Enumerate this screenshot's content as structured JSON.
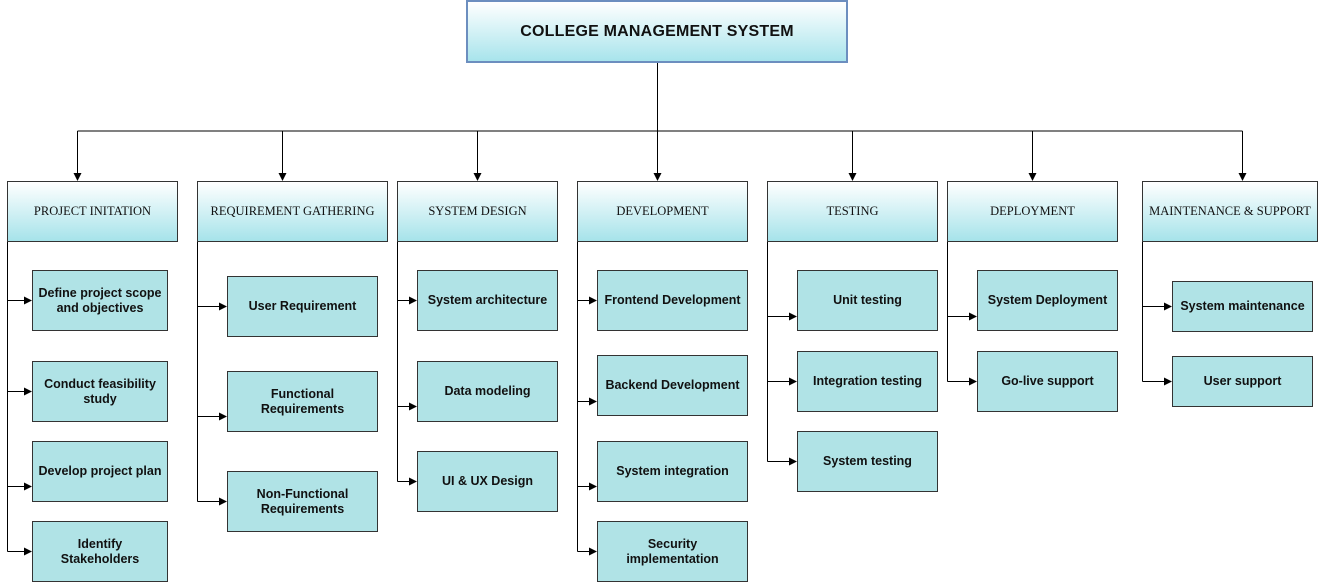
{
  "title": "COLLEGE MANAGEMENT SYSTEM",
  "colors": {
    "root_border": "#6c8ebf",
    "fill": "#b0e3e6",
    "line": "#000000"
  },
  "phases": [
    {
      "label": "PROJECT INITATION",
      "tasks": [
        "Define project scope and objectives",
        "Conduct feasibility study",
        "Develop project plan",
        "Identify Stakeholders"
      ]
    },
    {
      "label": "REQUIREMENT GATHERING",
      "tasks": [
        "User Requirement",
        "Functional Requirements",
        "Non-Functional Requirements"
      ]
    },
    {
      "label": "SYSTEM DESIGN",
      "tasks": [
        "System architecture",
        "Data modeling",
        "UI & UX Design"
      ]
    },
    {
      "label": "DEVELOPMENT",
      "tasks": [
        "Frontend Development",
        "Backend Development",
        "System integration",
        "Security implementation"
      ]
    },
    {
      "label": "TESTING",
      "tasks": [
        "Unit testing",
        "Integration testing",
        "System testing"
      ]
    },
    {
      "label": "DEPLOYMENT",
      "tasks": [
        "System Deployment",
        "Go-live support"
      ]
    },
    {
      "label": "MAINTENANCE & SUPPORT",
      "tasks": [
        "System maintenance",
        "User support"
      ]
    }
  ]
}
